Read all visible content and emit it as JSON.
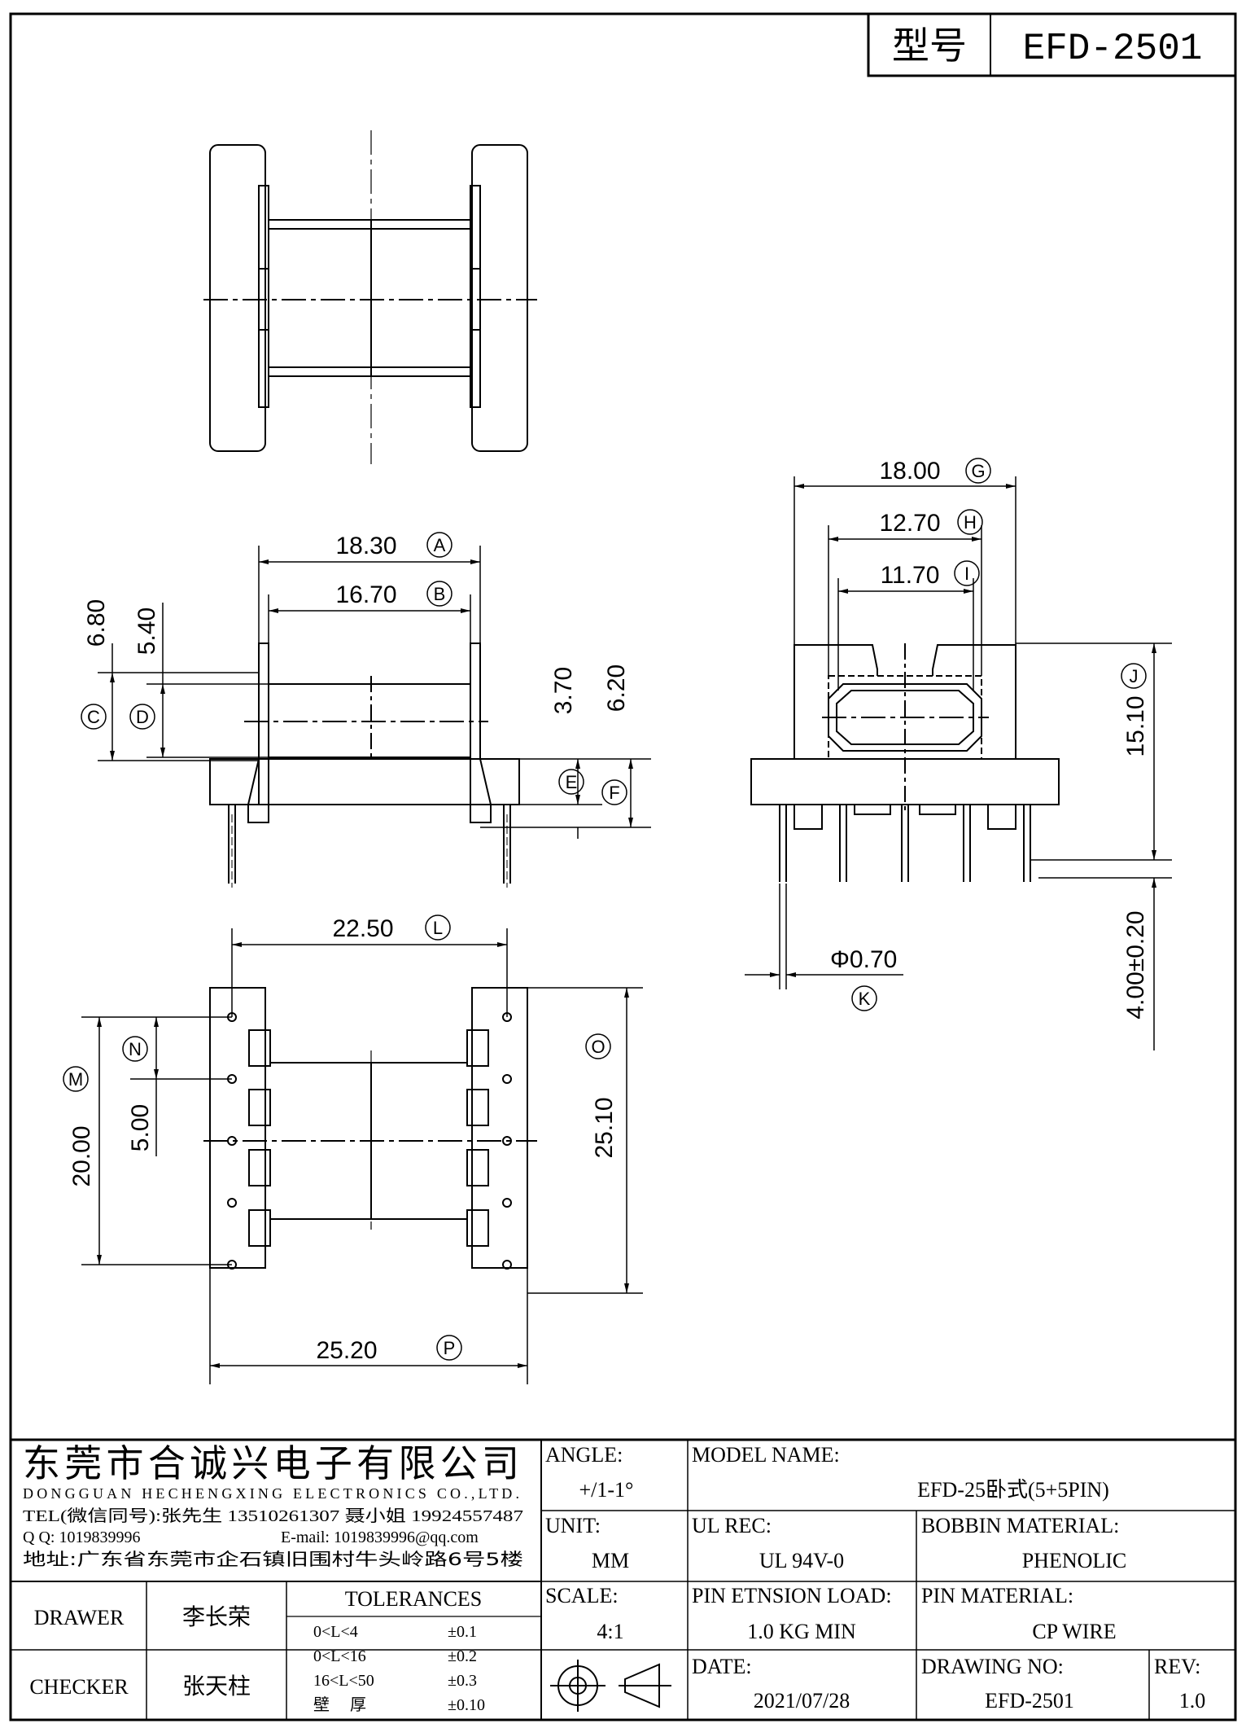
{
  "model_box": {
    "label": "型号",
    "value": "EFD-2501"
  },
  "dimensions": {
    "A": "18.30",
    "B": "16.70",
    "C": "6.80",
    "D": "5.40",
    "E": "3.70",
    "F": "6.20",
    "G": "18.00",
    "H": "12.70",
    "I": "11.70",
    "J": "15.10",
    "K": "Φ0.70",
    "pin_len": "4.00±0.20",
    "L": "22.50",
    "M": "20.00",
    "N": "5.00",
    "O": "25.10",
    "P": "25.20"
  },
  "letters": {
    "A": "A",
    "B": "B",
    "C": "C",
    "D": "D",
    "E": "E",
    "F": "F",
    "G": "G",
    "H": "H",
    "I": "I",
    "J": "J",
    "K": "K",
    "L": "L",
    "M": "M",
    "N": "N",
    "O": "O",
    "P": "P"
  },
  "company": {
    "name_cn": "东莞市合诚兴电子有限公司",
    "name_en": "DONGGUAN HECHENGXING ELECTRONICS CO.,LTD.",
    "tel": "TEL(微信同号):张先生 13510261307 聂小姐 19924557487",
    "qq": "Q Q: 1019839996",
    "email": "E-mail: 1019839996@qq.com",
    "address": "地址:广东省东莞市企石镇旧围村牛头岭路6号5楼"
  },
  "title_block": {
    "angle_label": "ANGLE:",
    "angle_value": "+/1-1°",
    "unit_label": "UNIT:",
    "unit_value": "MM",
    "scale_label": "SCALE:",
    "scale_value": "4:1",
    "model_label": "MODEL NAME:",
    "model_value": "EFD-25卧式(5+5PIN)",
    "ul_label": "UL REC:",
    "ul_value": "UL 94V-0",
    "bobbin_label": "BOBBIN MATERIAL:",
    "bobbin_value": "PHENOLIC",
    "pin_load_label": "PIN ETNSION LOAD:",
    "pin_load_value": "1.0 KG MIN",
    "pin_mat_label": "PIN MATERIAL:",
    "pin_mat_value": "CP WIRE",
    "date_label": "DATE:",
    "date_value": "2021/07/28",
    "drawing_no_label": "DRAWING NO:",
    "drawing_no_value": "EFD-2501",
    "rev_label": "REV:",
    "rev_value": "1.0",
    "drawer_label": "DRAWER",
    "drawer_value": "李长荣",
    "checker_label": "CHECKER",
    "checker_value": "张天柱",
    "tolerances_label": "TOLERANCES",
    "tolerances": [
      {
        "range": "0<L<4",
        "value": "±0.1"
      },
      {
        "range": "0<L<16",
        "value": "±0.2"
      },
      {
        "range": "16<L<50",
        "value": "±0.3"
      },
      {
        "range": "壁　 厚",
        "value": "±0.10"
      }
    ]
  }
}
